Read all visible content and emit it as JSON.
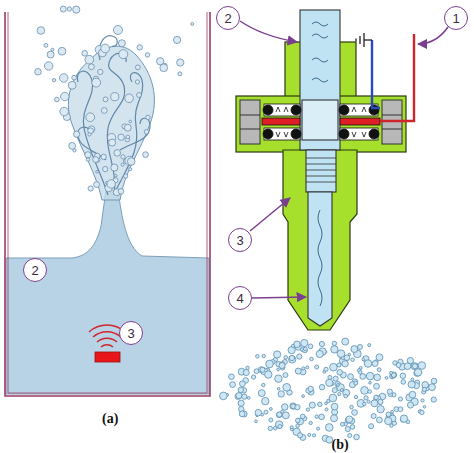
{
  "diagram": {
    "nodes": [
      {
        "text": [
          "2"
        ]
      },
      {
        "text": [
          "3"
        ]
      },
      {
        "text": [
          "2"
        ]
      },
      {
        "text": [
          "1"
        ]
      },
      {
        "text": [
          "3"
        ]
      },
      {
        "text": [
          "4"
        ]
      }
    ],
    "labels": [
      "(a)",
      "(b)"
    ]
  }
}
